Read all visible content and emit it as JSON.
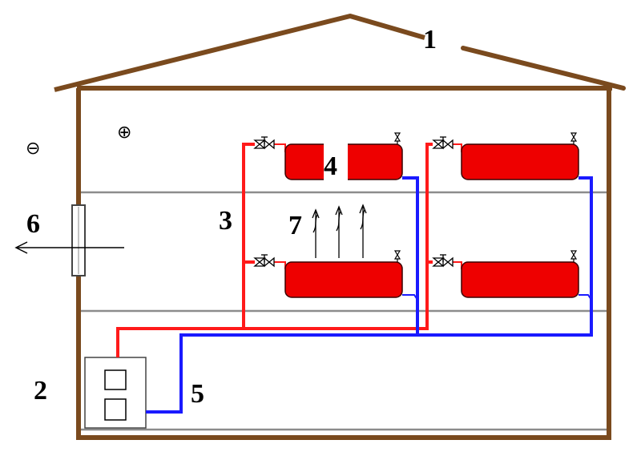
{
  "labels": {
    "roof": "1",
    "boiler": "2",
    "supply_riser": "3",
    "radiator": "4",
    "return_line": "5",
    "heat_loss": "6",
    "convection": "7"
  },
  "symbols": {
    "outside": "⊖",
    "inside": "⊕"
  },
  "colors": {
    "wall": "#7a4a1e",
    "supply": "#ff1a1a",
    "return": "#1a1aff",
    "radiator_fill": "#ee0000",
    "floor": "#8c8c8c"
  }
}
